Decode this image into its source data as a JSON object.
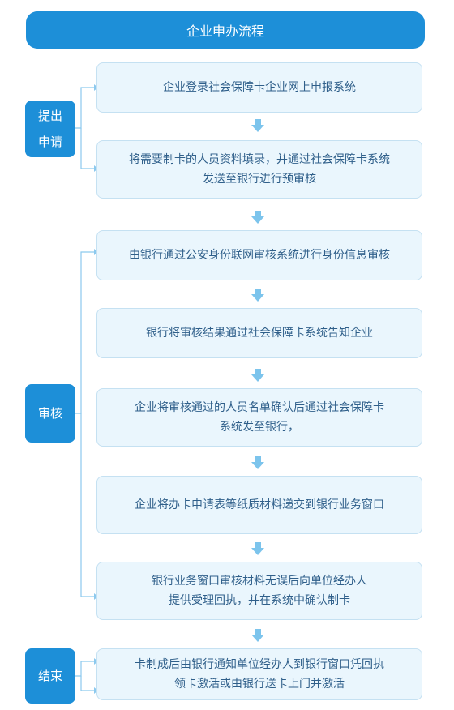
{
  "title": "企业申办流程",
  "stages": {
    "submit": "提出\n申请",
    "review": "审核",
    "finish": "结束"
  },
  "steps": [
    "企业登录社会保障卡企业网上申报系统",
    "将需要制卡的人员资料填录，并通过社会保障卡系统\n发送至银行进行预审核",
    "由银行通过公安身份联网审核系统进行身份信息审核",
    "银行将审核结果通过社会保障卡系统告知企业",
    "企业将审核通过的人员名单确认后通过社会保障卡\n系统发至银行，",
    "企业将办卡申请表等纸质材料递交到银行业务窗口",
    "银行业务窗口审核材料无误后向单位经办人\n提供受理回执，并在系统中确认制卡",
    "卡制成后由银行通知单位经办人到银行窗口凭回执\n领卡激活或由银行送卡上门并激活"
  ],
  "colors": {
    "accent": "#1d8fd8",
    "box_bg": "#eaf6fd",
    "box_text": "#2f5f8a",
    "arrow": "#7cc4ec",
    "line": "#8cc9ee"
  }
}
